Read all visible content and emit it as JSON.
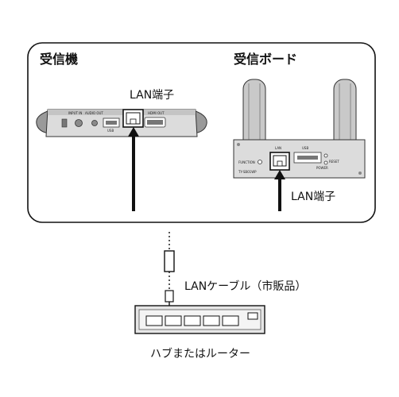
{
  "panel_top": {
    "receiver": {
      "title": "受信機",
      "port_label": "LAN端子",
      "printed_labels": [
        "INPUT IN",
        "AUDIO OUT",
        "USB",
        "HDMI OUT"
      ]
    },
    "receiver_board": {
      "title": "受信ボード",
      "port_label": "LAN端子",
      "printed_labels": [
        "LAN",
        "USB",
        "FUNCTION",
        "RESET",
        "POWER",
        "TY-SB01WP"
      ]
    }
  },
  "cable": {
    "label": "LANケーブル（市販品）"
  },
  "hub": {
    "label": "ハブまたはルーター",
    "port_count": 5
  },
  "colors": {
    "line": "#111111",
    "panel_border": "#111111",
    "device_fill": "#dcdcdc",
    "device_dark": "#555555"
  }
}
